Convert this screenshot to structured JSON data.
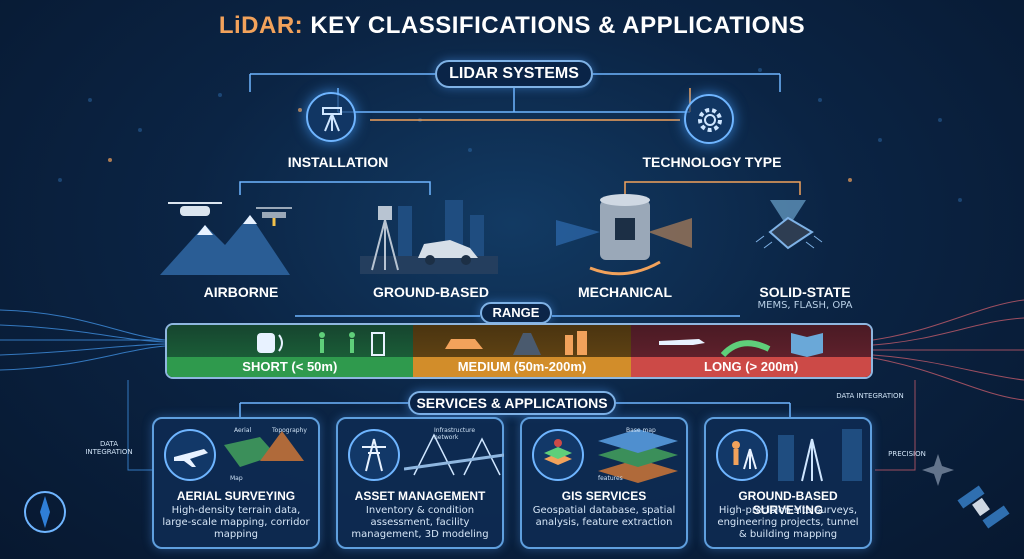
{
  "title": {
    "accent": "LiDAR:",
    "rest": "KEY CLASSIFICATIONS & APPLICATIONS"
  },
  "root": "LIDAR SYSTEMS",
  "categories": {
    "installation": "INSTALLATION",
    "technology": "TECHNOLOGY TYPE"
  },
  "types": {
    "airborne": "AIRBORNE",
    "ground": "GROUND-BASED",
    "mechanical": "MECHANICAL",
    "solid_state": "SOLID-STATE",
    "solid_state_sub": "MEMS, FLASH, OPA"
  },
  "range": {
    "label": "RANGE",
    "short": "SHORT (< 50m)",
    "medium": "MEDIUM (50m-200m)",
    "long": "LONG (> 200m)"
  },
  "services": {
    "label": "SERVICES & APPLICATIONS",
    "cards": [
      {
        "title": "AERIAL SURVEYING",
        "desc": "High-density terrain data, large-scale mapping, corridor mapping",
        "tags": [
          "Aerial",
          "Topography",
          "Map"
        ]
      },
      {
        "title": "ASSET MANAGEMENT",
        "desc": "Inventory & condition assessment, facility management, 3D modeling",
        "tags": [
          "Infrastructure network"
        ]
      },
      {
        "title": "GIS SERVICES",
        "desc": "Geospatial database, spatial analysis, feature extraction",
        "tags": [
          "Base map",
          "features"
        ]
      },
      {
        "title": "GROUND-BASED SURVEYING",
        "desc": "High-precision site surveys, engineering projects, tunnel & building mapping",
        "tags": []
      }
    ]
  },
  "side_labels": {
    "data_integration_left": "DATA INTEGRATION",
    "data_integration_right": "DATA INTEGRATION",
    "precision": "PRECISION"
  },
  "colors": {
    "accent": "#f2a25b",
    "short": "#2f9a4d",
    "medium": "#d28d2a",
    "long": "#cc4a47",
    "line": "#6fb5ff"
  }
}
